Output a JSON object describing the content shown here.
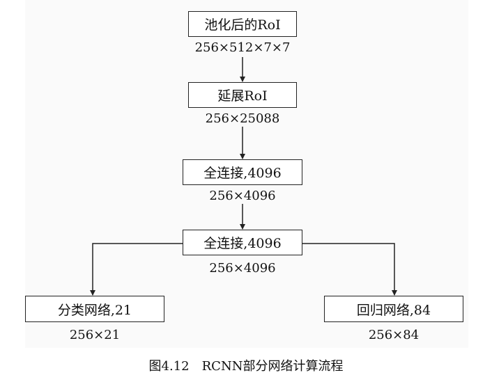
{
  "nodes": {
    "pooled_roi": {
      "label": "池化后的RoI",
      "dims": "256×512×7×7"
    },
    "flatten_roi": {
      "label": "延展RoI",
      "dims": "256×25088"
    },
    "fc1": {
      "label": "全连接,4096",
      "dims": "256×4096"
    },
    "fc2": {
      "label": "全连接,4096",
      "dims": "256×4096"
    },
    "classifier": {
      "label": "分类网络,21",
      "dims": "256×21"
    },
    "regressor": {
      "label": "回归网络,84",
      "dims": "256×84"
    }
  },
  "caption": "图4.12　RCNN部分网络计算流程"
}
